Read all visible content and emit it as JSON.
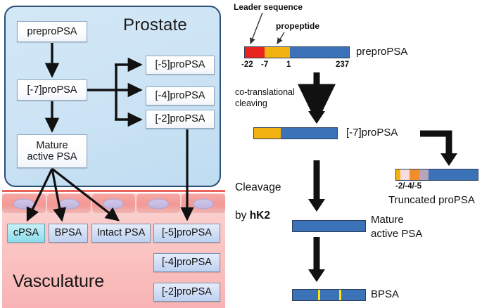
{
  "left_panel": {
    "prostate_label": "Prostate",
    "vasculature_label": "Vasculature",
    "prostate_nodes": [
      {
        "id": "preproPSA",
        "label": "preproPSA"
      },
      {
        "id": "m7proPSA",
        "label": "[-7]proPSA"
      },
      {
        "id": "maturePSA",
        "label": "Mature\nactive PSA"
      },
      {
        "id": "m5proPSA",
        "label": "[-5]proPSA"
      },
      {
        "id": "m4proPSA",
        "label": "[-4]proPSA"
      },
      {
        "id": "m2proPSA",
        "label": "[-2]proPSA"
      }
    ],
    "vasculature_nodes": [
      {
        "id": "cPSA",
        "label": "cPSA",
        "style": "cyan"
      },
      {
        "id": "BPSA",
        "label": "BPSA",
        "style": "blue"
      },
      {
        "id": "intactPSA",
        "label": "Intact PSA",
        "style": "blue"
      },
      {
        "id": "v5proPSA",
        "label": "[-5]proPSA",
        "style": "blue"
      },
      {
        "id": "v4proPSA",
        "label": "[-4]proPSA",
        "style": "blue"
      },
      {
        "id": "v2proPSA",
        "label": "[-2]proPSA",
        "style": "blue"
      }
    ]
  },
  "right_panel": {
    "annotations": {
      "leader_sequence": "Leader sequence",
      "propeptide": "propeptide"
    },
    "preproPSA": {
      "label": "preproPSA",
      "ticks": [
        "-22",
        "-7",
        "1",
        "237"
      ]
    },
    "step1_caption": "co-translational\ncleaving",
    "proPSA7": {
      "label": "[-7]proPSA"
    },
    "step2_caption_line1": "Cleavage",
    "step2_caption_line2_prefix": "by ",
    "step2_caption_line2_enzyme": "hK2",
    "truncated": {
      "tick": "-2/-4/-5",
      "label": "Truncated proPSA"
    },
    "mature": {
      "label": "Mature\nactive PSA"
    },
    "bpsa": {
      "label": "BPSA"
    }
  },
  "colors": {
    "leader_red": "#e8241c",
    "propeptide_gold": "#f2b310",
    "psa_blue": "#3b72b8",
    "prostate_bg": "#cde4f5",
    "vasculature_bg": "#f8b4b4",
    "cpsa_cyan": "#a8e6f2",
    "arrow_black": "#111111"
  }
}
